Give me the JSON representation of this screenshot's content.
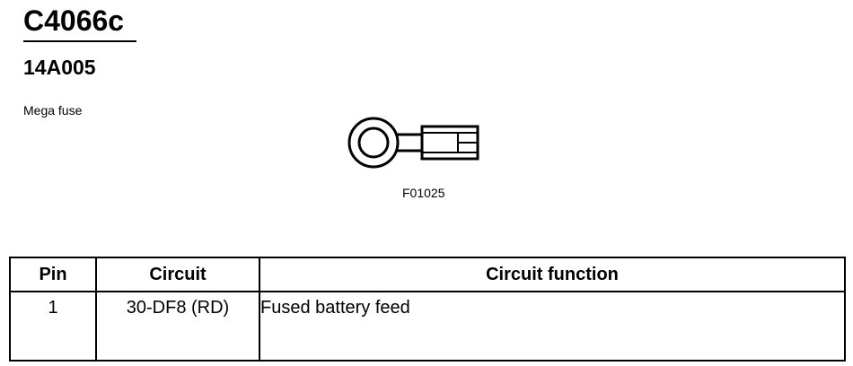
{
  "connector": {
    "id": "C4066c",
    "part_number": "14A005",
    "description": "Mega fuse"
  },
  "diagram": {
    "figure_code": "F01025",
    "icon": "ring-terminal-icon"
  },
  "pin_table": {
    "headers": [
      "Pin",
      "Circuit",
      "Circuit function"
    ],
    "rows": [
      {
        "pin": "1",
        "circuit": "30-DF8 (RD)",
        "function": "Fused battery feed"
      }
    ]
  }
}
